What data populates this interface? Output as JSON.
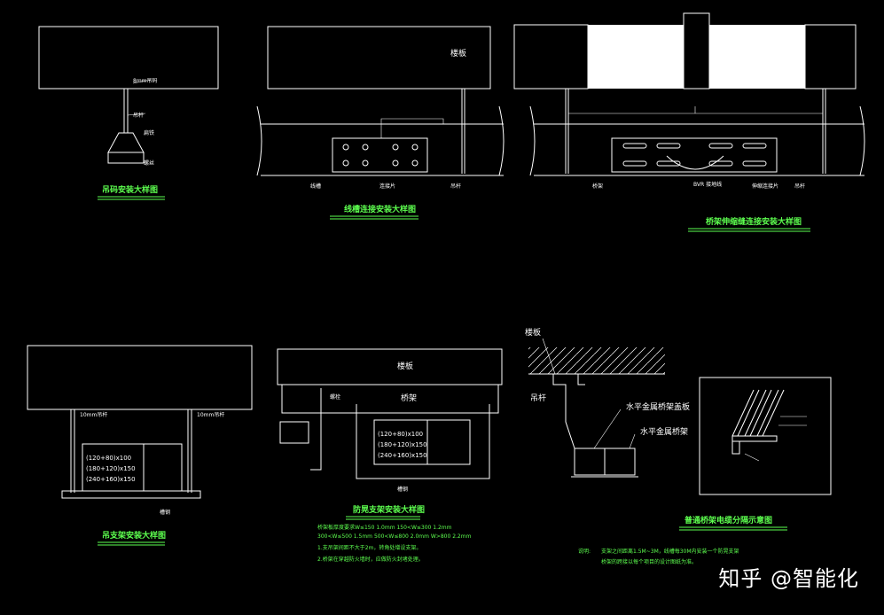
{
  "panels": {
    "p1": {
      "title": "吊码安装大样图",
      "labels": [
        "8mm吊码",
        "吊杆",
        "扁铁",
        "螺丝"
      ]
    },
    "p2": {
      "title": "线槽连接安装大样图",
      "labels": [
        "楼板",
        "连接片",
        "线槽",
        "吊杆"
      ]
    },
    "p3": {
      "title": "桥架伸缩缝连接安装大样图",
      "labels": [
        "桥架",
        "伸缩连接片",
        "吊杆",
        "BVR 接地线"
      ]
    },
    "p4": {
      "title": "吊支架安装大样图",
      "labels": [
        "10mm吊杆",
        "10mm吊杆",
        "槽钢"
      ],
      "sizes": [
        "(120+80)x100",
        "(180+120)x150",
        "(240+160)x150"
      ]
    },
    "p5": {
      "title": "防晃支架安装大样图",
      "labels": [
        "楼板",
        "桥架",
        "螺栓",
        "槽钢"
      ],
      "sizes": [
        "(120+80)x100",
        "(180+120)x150",
        "(240+160)x150"
      ]
    },
    "p6": {
      "title": "普通桥架电缆分隔示意图",
      "labels": [
        "楼板",
        "吊杆",
        "水平金属桥架盖板",
        "水平金属桥架"
      ]
    }
  },
  "notes": {
    "p5_1": "桥架板厚度要求W≤150 1.0mm  150<W≤300 1.2mm",
    "p5_2": "300<W≤500 1.5mm  500<W≤800 2.0mm  W>800 2.2mm",
    "p5_3": "1.支吊架间距不大于2m，转角处增设支架。",
    "p5_4": "2.桥架在穿越防火墙时，应做防火封堵处理。",
    "p6_prefix": "说明:",
    "p6_1": "支架之间距离1.5M~3M，线槽每30M内安装一个防晃支架",
    "p6_2": "桥架的跨接以每个项目的设计图纸为准。"
  },
  "watermark": "知乎 @智能化"
}
